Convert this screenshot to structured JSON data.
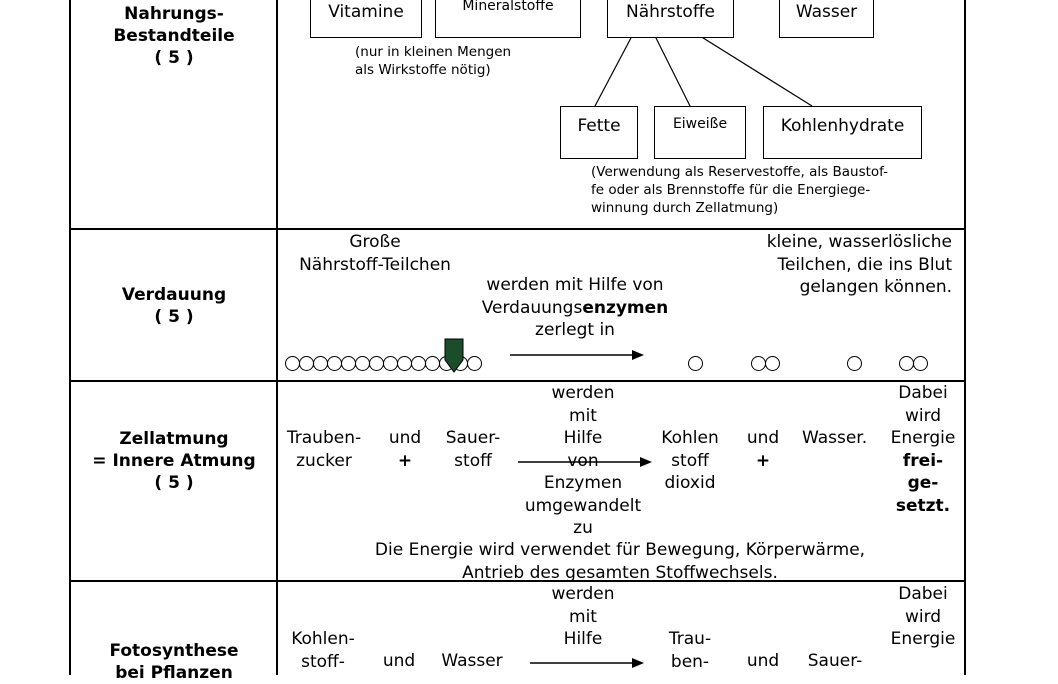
{
  "rows": {
    "nahrung": {
      "label_lines": [
        "Nahrungs-",
        "Bestandteile",
        "( 5 )"
      ],
      "boxes": {
        "vitamine": "Vitamine",
        "mineralstoffe": "Mineralstoffe",
        "naehrstoffe": "Nährstoffe",
        "wasser": "Wasser",
        "fette": "Fette",
        "eiweisse": "Eiweiße",
        "kohlenhydrate": "Kohlenhydrate"
      },
      "note_small": [
        "(nur in kleinen Mengen",
        "als Wirkstoffe nötig)"
      ],
      "note_use": [
        "(Verwendung als Reservestoffe, als Baustof-",
        "fe oder als Brennstoffe für die Energiege-",
        "winnung durch Zellatmung)"
      ]
    },
    "verdauung": {
      "label_lines": [
        "Verdauung",
        "( 5 )"
      ],
      "left_text": [
        "Große",
        "Nährstoff-Teilchen"
      ],
      "right_text": [
        "kleine, wasserlösliche",
        "Teilchen, die ins Blut",
        "gelangen können."
      ],
      "middle_line1": "werden mit Hilfe von",
      "middle_line2_pre": "Verdauungs",
      "middle_line2_bold": "enzymen",
      "middle_line3": "zerlegt in"
    },
    "zellatmung": {
      "label_lines": [
        "Zellatmung",
        "= Innere Atmung",
        "( 5 )"
      ],
      "trauben": [
        "Trauben-",
        "zucker"
      ],
      "und1": "und",
      "plus1": "+",
      "sauer": [
        "Sauer-",
        "stoff"
      ],
      "arrow_text": [
        "werden",
        "mit",
        "Hilfe",
        "von",
        "Enzymen",
        "umgewandelt",
        "zu"
      ],
      "kohlen": [
        "Kohlen",
        "stoff",
        "dioxid"
      ],
      "und2": "und",
      "plus2": "+",
      "wasser": "Wasser.",
      "dabei": [
        "Dabei",
        "wird",
        "Energie"
      ],
      "frei": [
        "frei-",
        "ge-",
        "setzt."
      ],
      "energie_text": [
        "Die Energie wird verwendet für Bewegung, Körperwärme,",
        "Antrieb des gesamten Stoffwechsels."
      ]
    },
    "fotosynthese": {
      "label_lines": [
        "Fotosynthese",
        "bei Pflanzen"
      ],
      "kohlen": [
        "Kohlen-",
        "stoff-"
      ],
      "und1": "und",
      "wasser": "Wasser",
      "arrow_text": [
        "werden",
        "mit",
        "Hilfe"
      ],
      "trauben": [
        "Trau-",
        "ben-"
      ],
      "und2": "und",
      "sauer": [
        "Sauer-"
      ],
      "dabei": [
        "Dabei",
        "wird",
        "Energie"
      ]
    }
  }
}
